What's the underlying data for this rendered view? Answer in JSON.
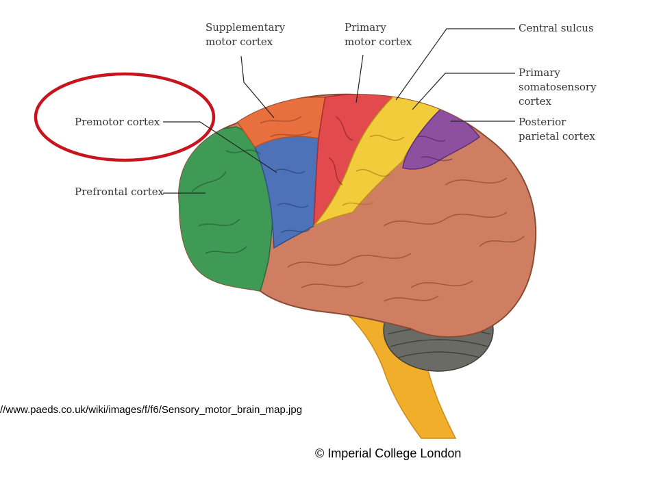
{
  "labels": {
    "supplementary_motor": [
      "Supplementary",
      "motor cortex"
    ],
    "primary_motor": [
      "Primary",
      "motor cortex"
    ],
    "central_sulcus": [
      "Central sulcus"
    ],
    "primary_somatosensory": [
      "Primary",
      "somatosensory",
      "cortex"
    ],
    "posterior_parietal": [
      "Posterior",
      "parietal cortex"
    ],
    "premotor": [
      "Premotor cortex"
    ],
    "prefrontal": [
      "Prefrontal cortex"
    ]
  },
  "source_url": "//www.paeds.co.uk/wiki/images/f/f6/Sensory_motor_brain_map.jpg",
  "copyright": "© Imperial College London",
  "colors": {
    "prefrontal": "#3f9a55",
    "premotor": "#4d72b8",
    "supplementary_motor": "#e8703f",
    "primary_motor": "#e34a4e",
    "primary_somatosensory": "#f2cc3a",
    "posterior_parietal": "#8d4fa0",
    "cortex_rest": "#cf7e62",
    "cerebellum": "#6b6b66",
    "brainstem": "#f0ae2b",
    "highlight_ellipse": "#c8141c",
    "leader_line": "#222222"
  },
  "icons": {
    "brain": "brain-illustration-icon"
  }
}
